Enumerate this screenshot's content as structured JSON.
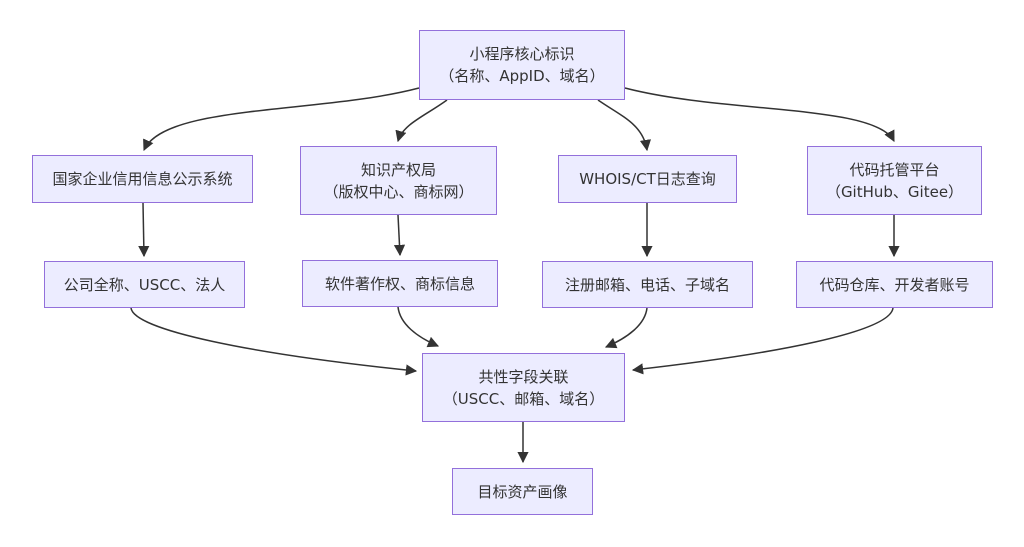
{
  "diagram": {
    "type": "flowchart",
    "direction": "top-down",
    "colors": {
      "background": "#ffffff",
      "node_fill": "#ECECFF",
      "node_border": "#9370DB",
      "edge": "#333333",
      "text": "#333333"
    },
    "nodes": {
      "root": {
        "line1": "小程序核心标识",
        "line2": "（名称、AppID、域名）"
      },
      "gsxt": {
        "line1": "国家企业信用信息公示系统"
      },
      "ipr": {
        "line1": "知识产权局",
        "line2": "（版权中心、商标网）"
      },
      "whois": {
        "line1": "WHOIS/CT日志查询"
      },
      "codehost": {
        "line1": "代码托管平台",
        "line2": "（GitHub、Gitee）"
      },
      "company": {
        "line1": "公司全称、USCC、法人"
      },
      "copyright": {
        "line1": "软件著作权、商标信息"
      },
      "reginfo": {
        "line1": "注册邮箱、电话、子域名"
      },
      "repo": {
        "line1": "代码仓库、开发者账号"
      },
      "correlate": {
        "line1": "共性字段关联",
        "line2": "（USCC、邮箱、域名）"
      },
      "target": {
        "line1": "目标资产画像"
      }
    },
    "edges": [
      {
        "from": "root",
        "to": "gsxt"
      },
      {
        "from": "root",
        "to": "ipr"
      },
      {
        "from": "root",
        "to": "whois"
      },
      {
        "from": "root",
        "to": "codehost"
      },
      {
        "from": "gsxt",
        "to": "company"
      },
      {
        "from": "ipr",
        "to": "copyright"
      },
      {
        "from": "whois",
        "to": "reginfo"
      },
      {
        "from": "codehost",
        "to": "repo"
      },
      {
        "from": "company",
        "to": "correlate"
      },
      {
        "from": "copyright",
        "to": "correlate"
      },
      {
        "from": "reginfo",
        "to": "correlate"
      },
      {
        "from": "repo",
        "to": "correlate"
      },
      {
        "from": "correlate",
        "to": "target"
      }
    ]
  }
}
